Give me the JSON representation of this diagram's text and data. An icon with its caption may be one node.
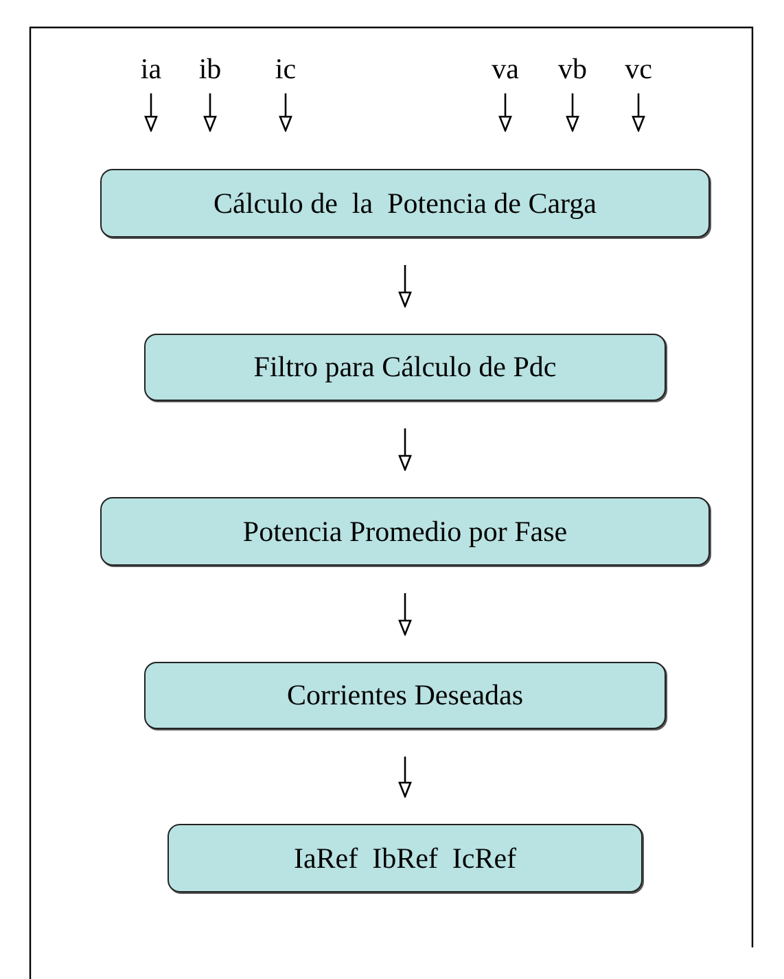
{
  "diagram": {
    "nodes": [
      {
        "text": [
          "ia"
        ]
      },
      {
        "text": [
          "ib"
        ]
      },
      {
        "text": [
          "ic"
        ]
      },
      {
        "text": [
          "va"
        ]
      },
      {
        "text": [
          "vb"
        ]
      },
      {
        "text": [
          "vc"
        ]
      },
      {
        "text": [
          "Cálculo de  la  Potencia de Carga"
        ]
      },
      {
        "text": [
          "Filtro para Cálculo de Pdc"
        ]
      },
      {
        "text": [
          "Potencia Promedio por Fase"
        ]
      },
      {
        "text": [
          "Corrientes Deseadas"
        ]
      },
      {
        "text": [
          "IaRef  IbRef  IcRef"
        ]
      }
    ],
    "edges": [
      {
        "from": 0,
        "to": 6,
        "arrow": "to"
      },
      {
        "from": 1,
        "to": 6,
        "arrow": "to"
      },
      {
        "from": 2,
        "to": 6,
        "arrow": "to"
      },
      {
        "from": 3,
        "to": 6,
        "arrow": "to"
      },
      {
        "from": 4,
        "to": 6,
        "arrow": "to"
      },
      {
        "from": 5,
        "to": 6,
        "arrow": "to"
      },
      {
        "from": 6,
        "to": 7,
        "arrow": "to"
      },
      {
        "from": 7,
        "to": 8,
        "arrow": "to"
      },
      {
        "from": 8,
        "to": 9,
        "arrow": "to"
      },
      {
        "from": 9,
        "to": 10,
        "arrow": "to"
      }
    ]
  }
}
